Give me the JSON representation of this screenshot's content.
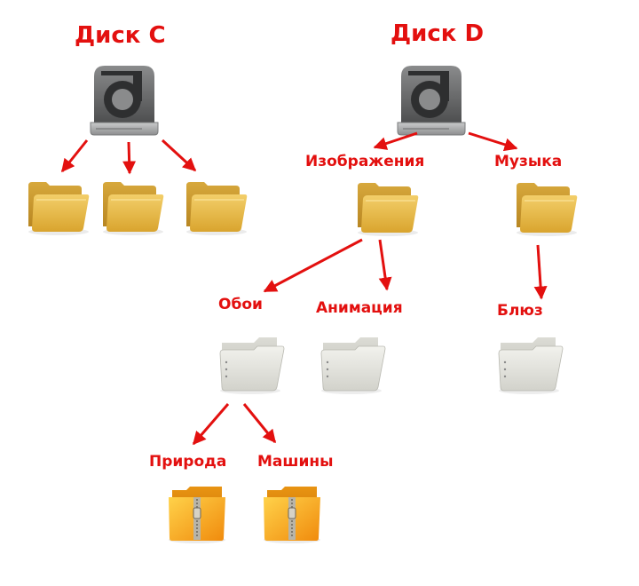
{
  "drives": [
    {
      "label": "Диск C"
    },
    {
      "label": "Диск D"
    }
  ],
  "folders": {
    "images": "Изображения",
    "music": "Музыка",
    "wallpapers": "Обои",
    "animation": "Анимация",
    "blues": "Блюз",
    "nature": "Природа",
    "cars": "Машины"
  },
  "colors": {
    "arrow": "#e3100f",
    "label": "#e3100f",
    "folder_yellow": "#e8b743",
    "folder_gray": "#e5e5df",
    "folder_orange": "#f9a81b",
    "drive": "#6a6b6c"
  }
}
